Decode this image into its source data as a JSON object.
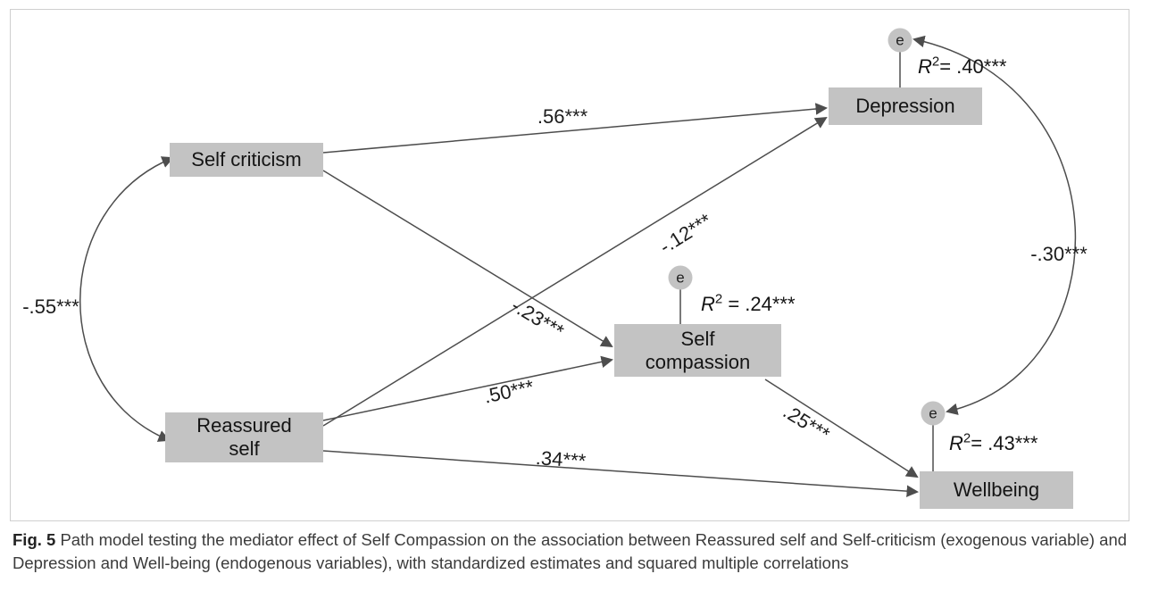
{
  "figure": {
    "caption_label": "Fig. 5",
    "caption_text": " Path model testing the mediator effect of Self Compassion on the association between Reassured self and Self-criticism (exogenous variable) and Depression and Well-being (endogenous variables), with standardized estimates and squared multiple correlations"
  },
  "diagram": {
    "nodes": {
      "self_criticism": {
        "label": "Self criticism"
      },
      "reassured_self": {
        "label": "Reassured self"
      },
      "self_compassion": {
        "label": "Self compassion"
      },
      "depression": {
        "label": "Depression"
      },
      "wellbeing": {
        "label": "Wellbeing"
      }
    },
    "error_label": "e",
    "r_squared": {
      "depression": {
        "symbol": "R",
        "sup": "2",
        "value": "= .40***"
      },
      "self_compassion": {
        "symbol": "R",
        "sup": "2",
        "value": " = .24***"
      },
      "wellbeing": {
        "symbol": "R",
        "sup": "2",
        "value": "= .43***"
      }
    },
    "paths": [
      {
        "id": "sc-dep",
        "from": "Self criticism",
        "to": "Depression",
        "label": ".56***"
      },
      {
        "id": "rs-dep",
        "from": "Reassured self",
        "to": "Depression",
        "label": "-.12***"
      },
      {
        "id": "sc-scomp",
        "from": "Self criticism",
        "to": "Self compassion",
        "label": "-.23***"
      },
      {
        "id": "rs-scomp",
        "from": "Reassured self",
        "to": "Self compassion",
        "label": ".50***"
      },
      {
        "id": "rs-wb",
        "from": "Reassured self",
        "to": "Wellbeing",
        "label": ".34***"
      },
      {
        "id": "scomp-wb",
        "from": "Self compassion",
        "to": "Wellbeing",
        "label": ".25***"
      }
    ],
    "covariances": [
      {
        "id": "sc-rs",
        "between": "Self criticism & Reassured self",
        "label": "-.55***"
      },
      {
        "id": "edep-ewb",
        "between": "e Depression & e Wellbeing",
        "label": "-.30***"
      }
    ],
    "colors": {
      "node_fill": "#c3c3c3",
      "line": "#4d4d4d"
    }
  }
}
